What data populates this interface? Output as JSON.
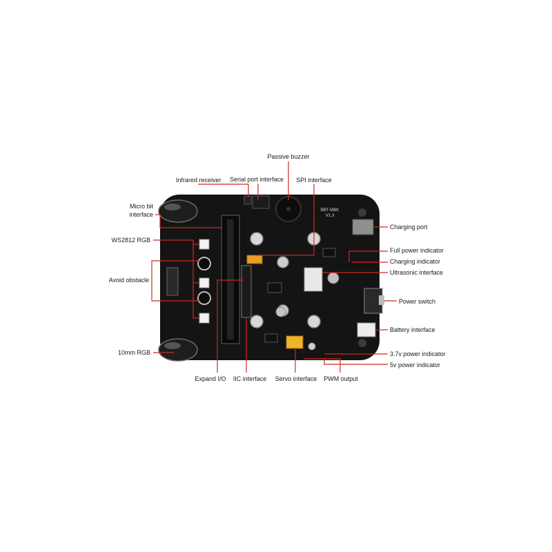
{
  "diagram": {
    "labels": {
      "passive_buzzer": "Passive buzzer",
      "infrared_receiver": "Infrared receiver",
      "serial_port_interface": "Serial port interface",
      "spi_interface": "SPI interface",
      "microbit_interface_line1": "Micro bit",
      "microbit_interface_line2": "interface",
      "charging_port": "Charging port",
      "ws2812_rgb": "WS2812 RGB",
      "full_power_indicator": "Full power indicator",
      "charging_indicator": "Charging indicator",
      "ultrasonic_interface": "Ultrasonic interface",
      "avoid_obstacle": "Avoid obstacle",
      "power_switch": "Power switch",
      "battery_interface": "Battery interface",
      "rgb_10mm": "10mm RGB",
      "power_indicator_3v7": "3.7v power indicator",
      "power_indicator_5v": "5v power indicator",
      "expand_io": "Expand I/O",
      "iic_interface": "IIC interface",
      "servo_interface": "Servo interface",
      "pwm_output": "PWM output"
    },
    "board_silkscreen_line1": "BBT-MBK",
    "board_silkscreen_line2": "V1.3",
    "colors": {
      "board": "#141414",
      "leader_line": "#d0281e",
      "label_text": "#1a1a1a",
      "background": "#ffffff"
    }
  }
}
